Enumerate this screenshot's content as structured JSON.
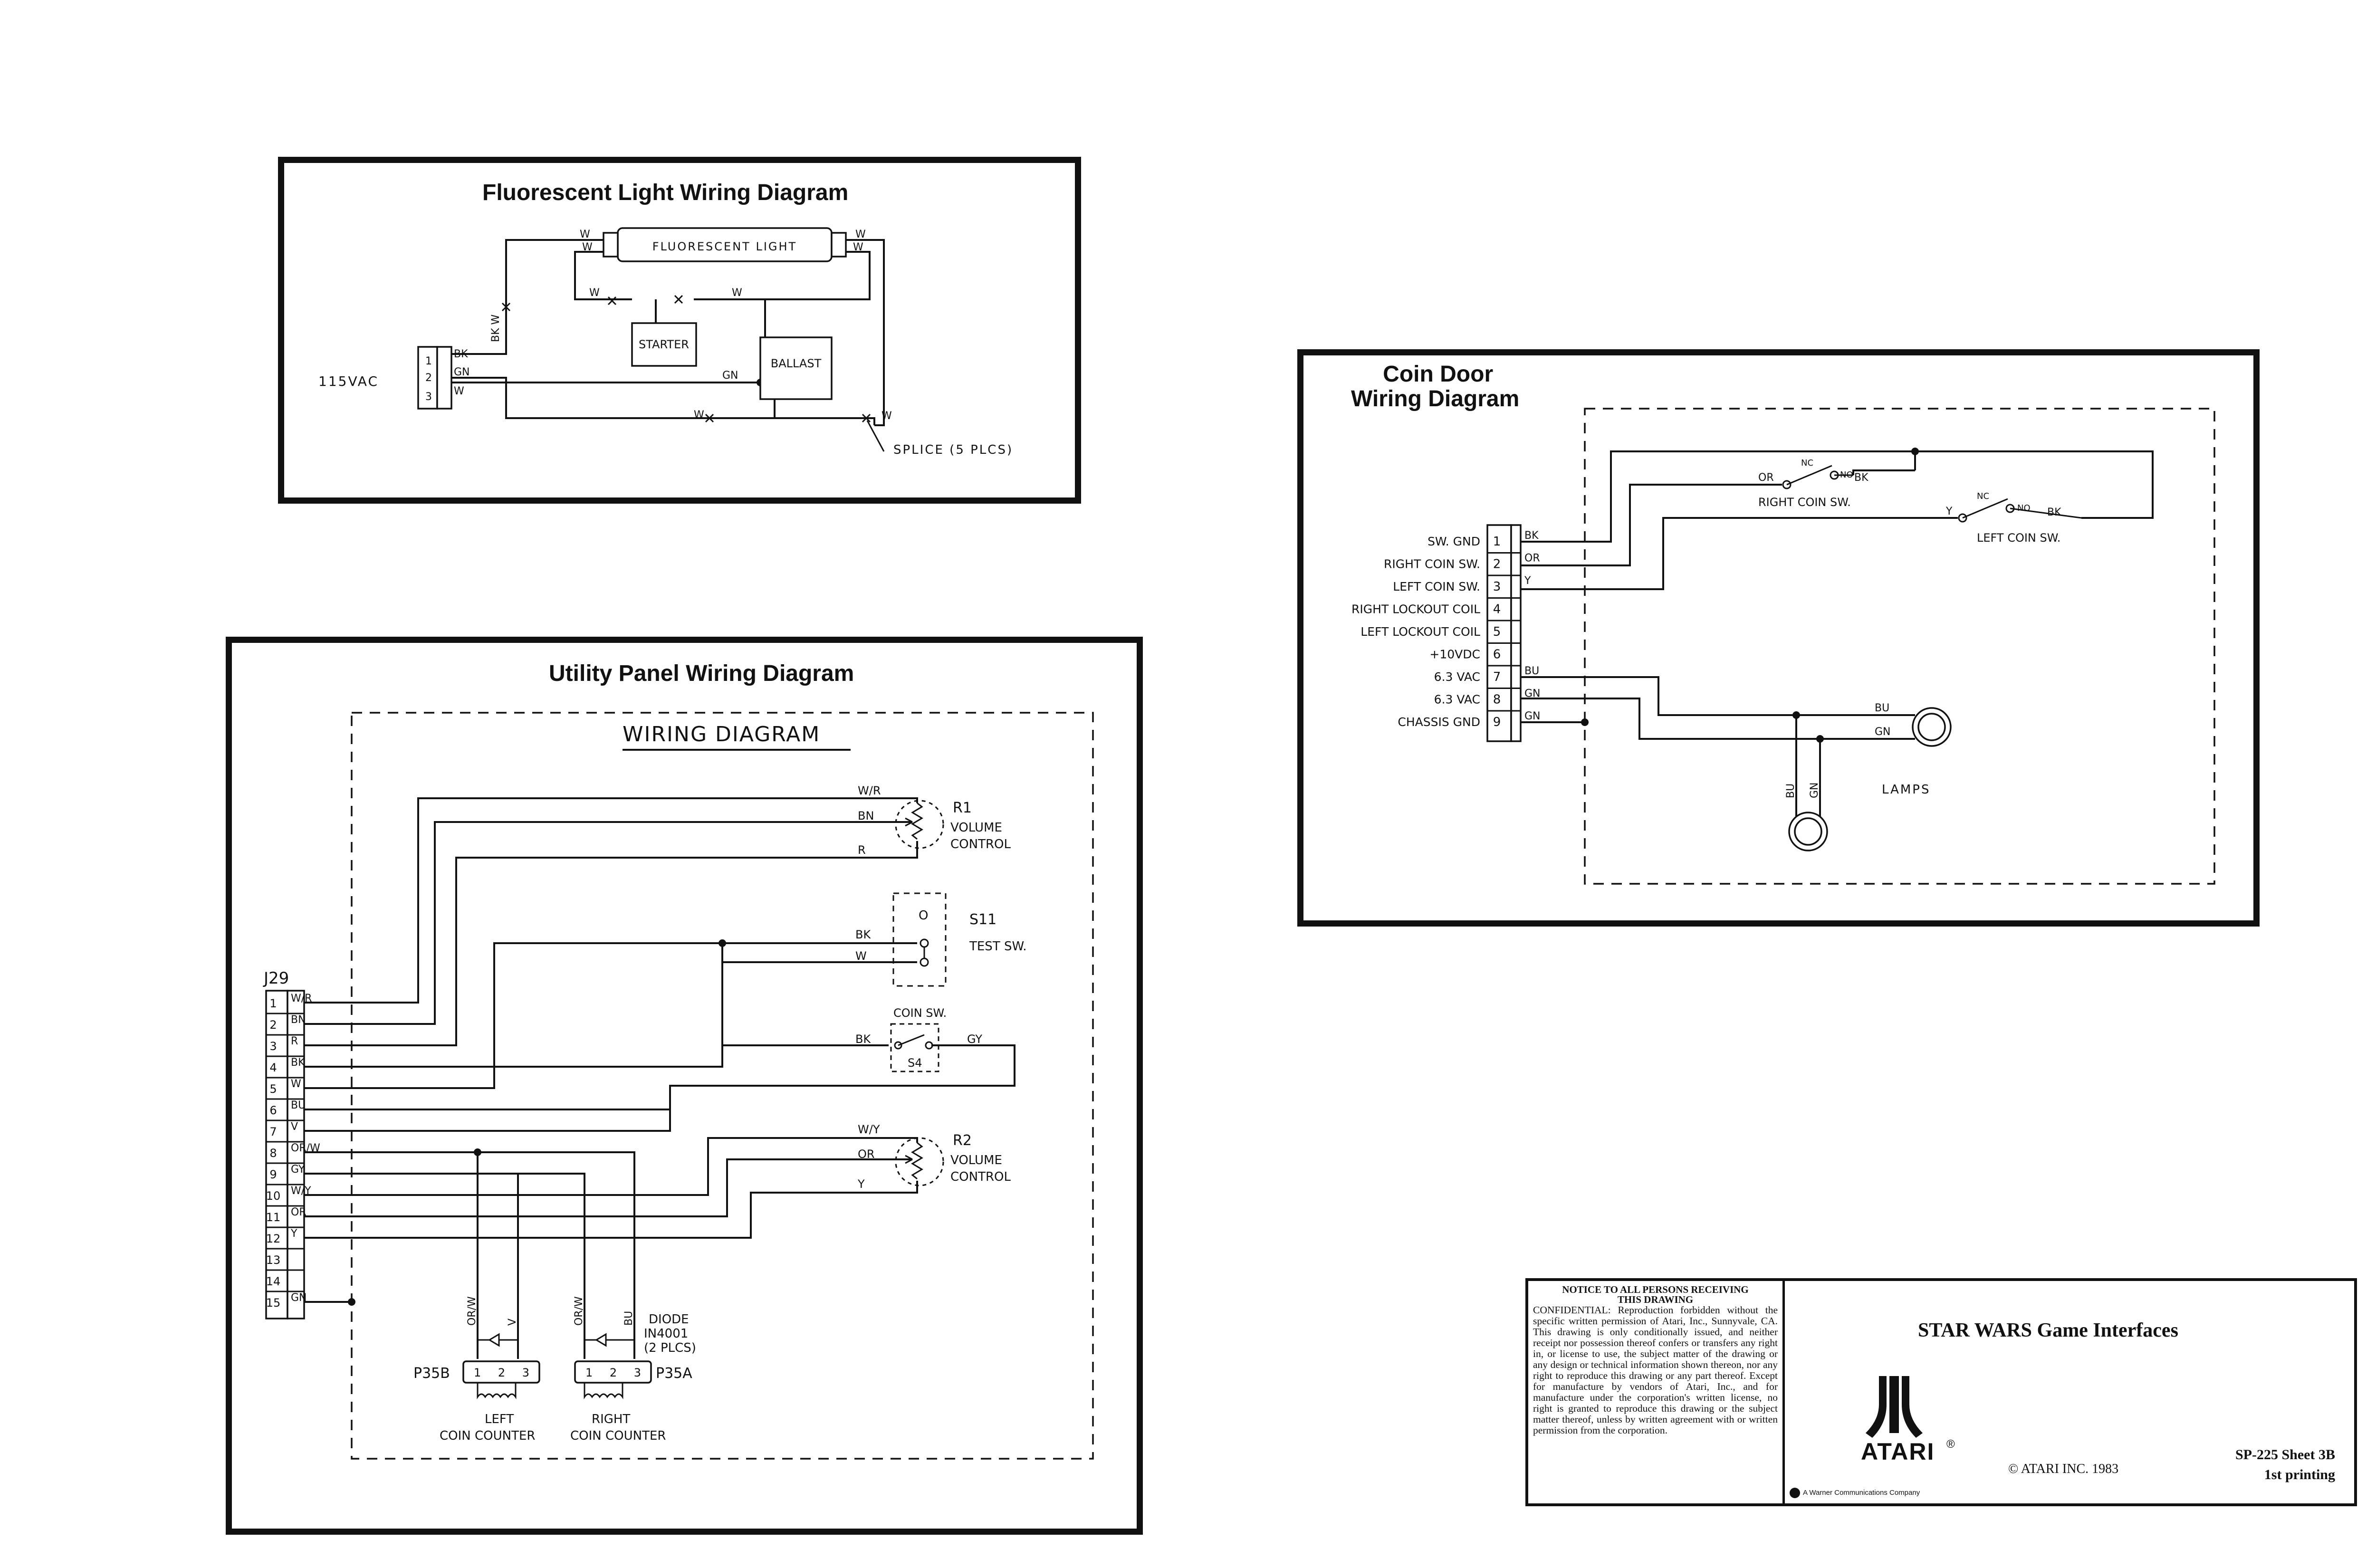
{
  "fluorescent": {
    "title": "Fluorescent Light Wiring Diagram",
    "lamp_label": "FLUORESCENT LIGHT",
    "starter_label": "STARTER",
    "ballast_label": "BALLAST",
    "supply_label": "115VAC",
    "splice_label": "SPLICE (5 PLCS)",
    "pins": [
      "1",
      "2",
      "3"
    ],
    "pin_wires": [
      "BK",
      "GN",
      "W"
    ],
    "wire_labels": {
      "w": "W",
      "bk_w": "BK W",
      "gn": "GN"
    }
  },
  "coin_door": {
    "title_line1": "Coin Door",
    "title_line2": "Wiring Diagram",
    "signals": [
      "SW. GND",
      "RIGHT COIN SW.",
      "LEFT COIN SW.",
      "RIGHT LOCKOUT COIL",
      "LEFT LOCKOUT COIL",
      "+10VDC",
      "6.3 VAC",
      "6.3 VAC",
      "CHASSIS GND"
    ],
    "pins": [
      "1",
      "2",
      "3",
      "4",
      "5",
      "6",
      "7",
      "8",
      "9"
    ],
    "pin_wires": [
      "BK",
      "OR",
      "Y",
      "",
      "",
      "",
      "BU",
      "GN",
      "GN"
    ],
    "right_switch": {
      "label": "RIGHT COIN SW.",
      "wire_in": "OR",
      "nc": "NC",
      "no": "NO",
      "wire_out": "BK"
    },
    "left_switch": {
      "label": "LEFT COIN SW.",
      "wire_in": "Y",
      "nc": "NC",
      "no": "NO",
      "wire_out": "BK"
    },
    "lamps_label": "LAMPS",
    "lamp_wires": {
      "bu": "BU",
      "gn": "GN"
    }
  },
  "utility": {
    "title": "Utility Panel Wiring Diagram",
    "heading": "WIRING DIAGRAM",
    "connector": "J29",
    "pins": [
      "1",
      "2",
      "3",
      "4",
      "5",
      "6",
      "7",
      "8",
      "9",
      "10",
      "11",
      "12",
      "13",
      "14",
      "15"
    ],
    "pin_wires": [
      "W/R",
      "BN",
      "R",
      "BK",
      "W",
      "BU",
      "V",
      "OR/W",
      "GY",
      "W/Y",
      "OR",
      "Y",
      "",
      "",
      "GN"
    ],
    "r1": {
      "name": "R1",
      "desc1": "VOLUME",
      "desc2": "CONTROL",
      "wires": [
        "W/R",
        "BN",
        "R"
      ]
    },
    "s11": {
      "name": "S11",
      "desc": "TEST SW.",
      "wires": [
        "BK",
        "W"
      ],
      "contact": "O"
    },
    "s4": {
      "title": "COIN SW.",
      "name": "S4",
      "wire_in": "BK",
      "wire_out": "GY"
    },
    "r2": {
      "name": "R2",
      "desc1": "VOLUME",
      "desc2": "CONTROL",
      "wires": [
        "W/Y",
        "OR",
        "Y"
      ]
    },
    "diode_label": [
      "DIODE",
      "IN4001",
      "(2 PLCS)"
    ],
    "p35b": {
      "name": "P35B",
      "pins": "1 2 3",
      "wires": [
        "OR/W",
        "V"
      ],
      "caption1": "LEFT",
      "caption2": "COIN COUNTER"
    },
    "p35a": {
      "name": "P35A",
      "pins": "1 2 3",
      "wires": [
        "OR/W",
        "BU"
      ],
      "caption1": "RIGHT",
      "caption2": "COIN COUNTER"
    }
  },
  "title_block": {
    "notice_heading1": "NOTICE TO ALL PERSONS RECEIVING",
    "notice_heading2": "THIS DRAWING",
    "notice_body": "CONFIDENTIAL: Reproduction forbidden without the specific written permission of Atari, Inc., Sunnyvale, CA. This drawing is only conditionally issued, and neither receipt nor possession thereof confers or transfers any right in, or license to use, the subject matter of the drawing or any design or technical information shown thereon, nor any right to reproduce this drawing or any part thereof. Except for manufacture by vendors of Atari, Inc., and for manufacture under the corporation's written license, no right is granted to reproduce this drawing or the subject matter thereof, unless by written agreement with or written permission from the corporation.",
    "title": "STAR WARS Game Interfaces",
    "brand": "ATARI",
    "registered": "®",
    "warner": "A Warner Communications Company",
    "copyright": "© ATARI INC. 1983",
    "sheet": "SP-225 Sheet 3B",
    "printing": "1st printing"
  }
}
